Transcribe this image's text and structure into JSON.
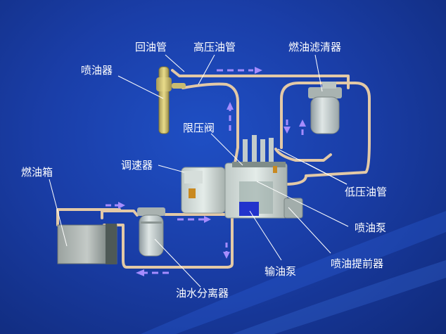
{
  "labels": {
    "return_pipe": "回油管",
    "high_pressure_pipe": "高压油管",
    "fuel_filter": "燃油滤清器",
    "injector": "喷油器",
    "pressure_limit_valve": "限压阀",
    "fuel_tank": "燃油箱",
    "governor": "调速器",
    "low_pressure_pipe": "低压油管",
    "injection_pump": "喷油泵",
    "feed_pump": "输油泵",
    "injection_advancer": "喷油提前器",
    "water_separator": "油水分离器"
  },
  "colors": {
    "background": "#1a3ea8",
    "pipe": "#e3c9a6",
    "flow_arrow": "#a58cff",
    "component": "#c9d3d1",
    "label_text": "#ffffff",
    "feed_pump_body": "#2233cc"
  }
}
